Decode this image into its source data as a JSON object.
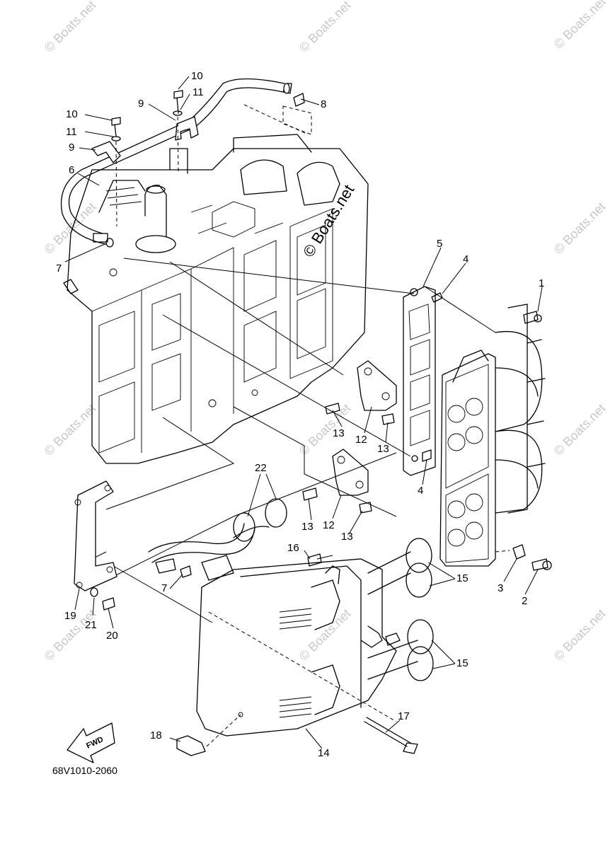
{
  "diagram": {
    "part_code": "68V1010-2060",
    "fwd_label": "FWD",
    "watermark_text": "© Boats.net",
    "callouts": [
      "1",
      "2",
      "3",
      "4",
      "4",
      "5",
      "6",
      "7",
      "7",
      "8",
      "9",
      "9",
      "10",
      "10",
      "11",
      "11",
      "12",
      "12",
      "13",
      "13",
      "13",
      "13",
      "14",
      "15",
      "15",
      "16",
      "17",
      "18",
      "19",
      "20",
      "21",
      "22"
    ]
  }
}
